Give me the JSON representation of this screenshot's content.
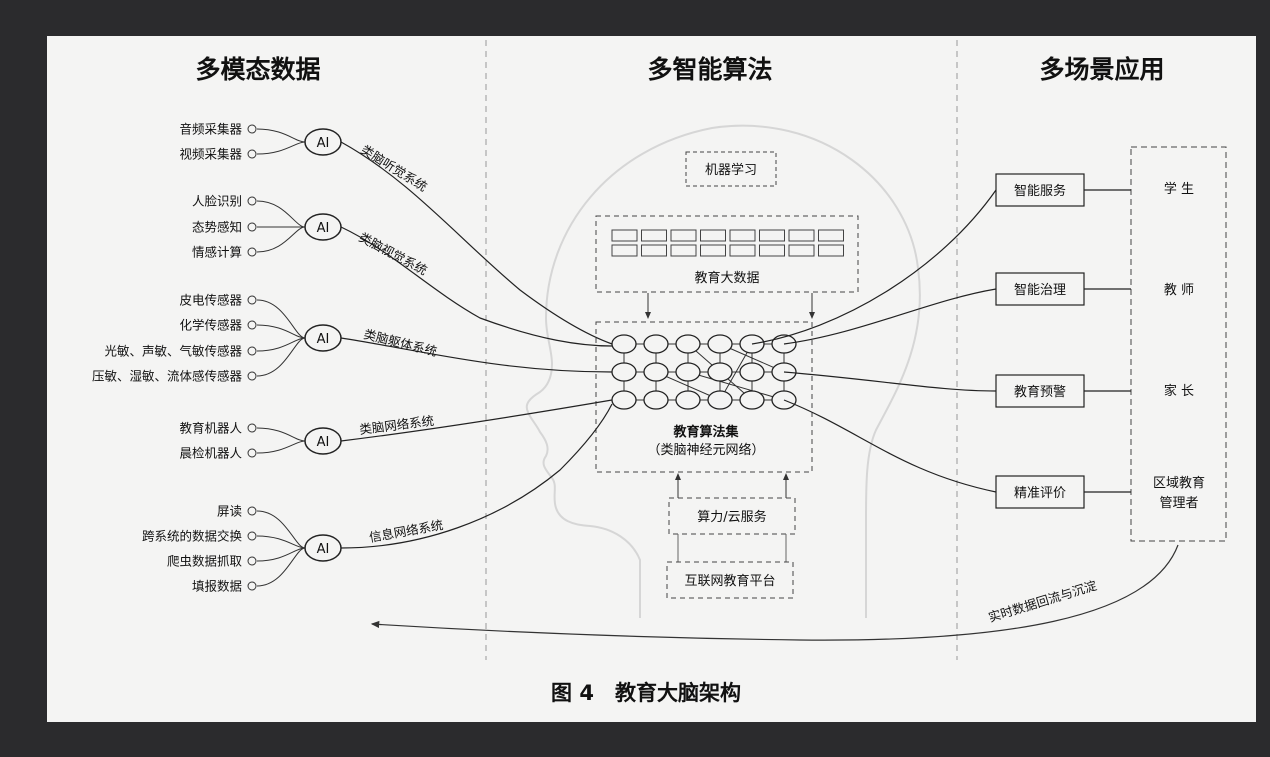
{
  "columns": {
    "left": "多模态数据",
    "middle": "多智能算法",
    "right": "多场景应用"
  },
  "source_groups": [
    {
      "ai_label": "AI",
      "system_label": "类脑听觉系统",
      "sources": [
        "音频采集器",
        "视频采集器"
      ]
    },
    {
      "ai_label": "AI",
      "system_label": "类脑视觉系统",
      "sources": [
        "人脸识别",
        "态势感知",
        "情感计算"
      ]
    },
    {
      "ai_label": "AI",
      "system_label": "类脑躯体系统",
      "sources": [
        "皮电传感器",
        "化学传感器",
        "光敏、声敏、气敏传感器",
        "压敏、湿敏、流体感传感器"
      ]
    },
    {
      "ai_label": "AI",
      "system_label": "类脑网络系统",
      "sources": [
        "教育机器人",
        "晨检机器人"
      ]
    },
    {
      "ai_label": "AI",
      "system_label": "信息网络系统",
      "sources": [
        "屏读",
        "跨系统的数据交换",
        "爬虫数据抓取",
        "填报数据"
      ]
    }
  ],
  "brain": {
    "machine_learning": "机器学习",
    "big_data": "教育大数据",
    "algorithm_set": "教育算法集",
    "algorithm_set_sub": "（类脑神经元网络）",
    "compute": "算力/云服务",
    "platform": "互联网教育平台"
  },
  "services": [
    "智能服务",
    "智能治理",
    "教育预警",
    "精准评价"
  ],
  "roles": [
    "学 生",
    "教 师",
    "家 长",
    "区域教育",
    "管理者"
  ],
  "feedback_label": "实时数据回流与沉淀",
  "caption": "图 4　教育大脑架构"
}
